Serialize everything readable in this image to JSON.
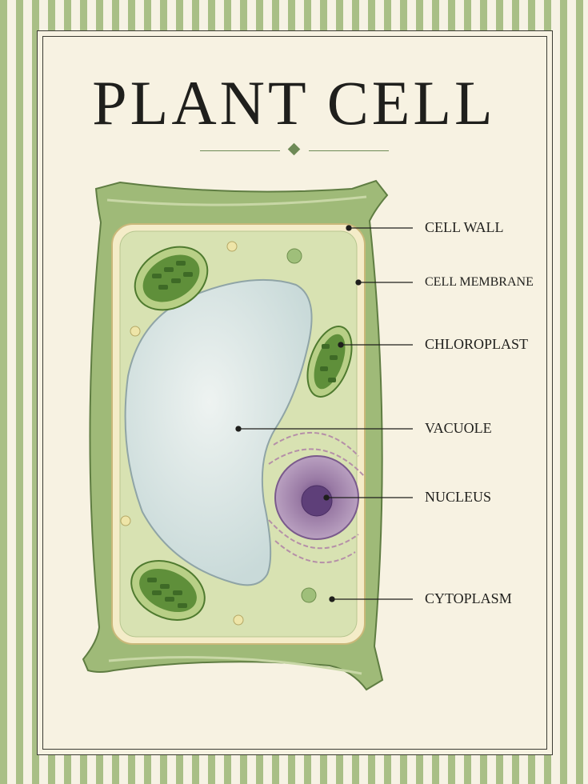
{
  "title": "PLANT CELL",
  "labels": {
    "cell_wall": "CELL WALL",
    "cell_membrane": "CELL MEMBRANE",
    "chloroplast": "CHLOROPLAST",
    "vacuole": "VACUOLE",
    "nucleus": "NUCLEUS",
    "cytoplasm": "CYTOPLASM"
  },
  "colors": {
    "frame_stripe": "#a9bf86",
    "paper": "#f7f2e2",
    "cell_wall": "#9fba78",
    "cytoplasm": "#d8e2b2",
    "vacuole": "#dbe6e6",
    "chloroplast": "#5f8f3a",
    "nucleus": "#9a7ba5",
    "ink": "#1f1f1c"
  },
  "icons": {
    "divider_ornament": "diamond-icon"
  }
}
